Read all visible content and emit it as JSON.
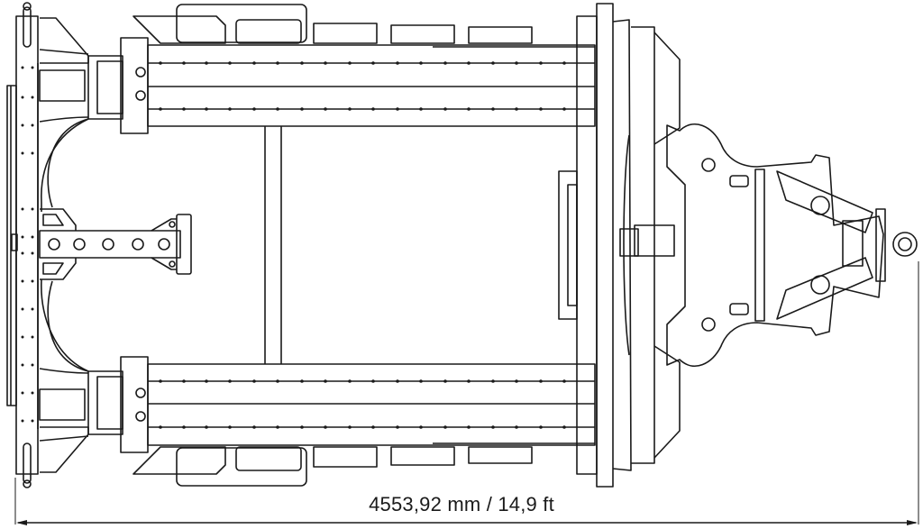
{
  "drawing": {
    "view": "top view",
    "subject": "machine frame assembly",
    "line_color": "#1a1a1a",
    "background": "#ffffff"
  },
  "dimension": {
    "label": "4553,92 mm / 14,9 ft",
    "value_mm": "4553,92",
    "value_ft": "14,9",
    "arrow_color": "#1a1a1a",
    "arrow_tip_color": "#cc0000"
  }
}
